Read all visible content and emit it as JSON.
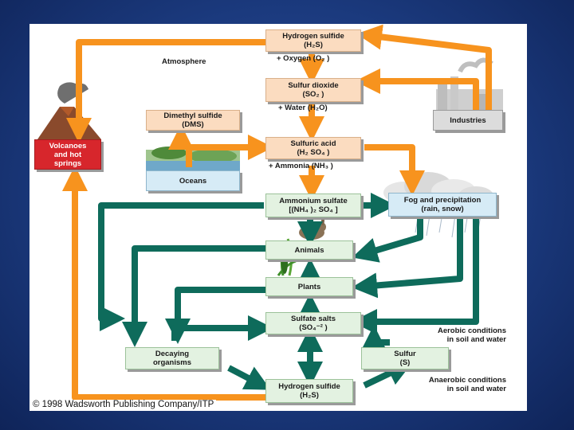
{
  "diagram": {
    "boxes": {
      "h2s_top": {
        "line1": "Hydrogen sulfide",
        "line2": "(H₂S)"
      },
      "so2": {
        "line1": "Sulfur dioxide",
        "line2": "(SO₂ )"
      },
      "h2so4": {
        "line1": "Sulfuric acid",
        "line2": "(H₂ SO₄ )"
      },
      "nh4so4": {
        "line1": "Ammonium sulfate",
        "line2": "[(NH₄ )₂ SO₄ ]"
      },
      "animals": {
        "line1": "Animals"
      },
      "plants": {
        "line1": "Plants"
      },
      "sulfate": {
        "line1": "Sulfate salts",
        "line2": "(SO₄⁻² )"
      },
      "h2s_bottom": {
        "line1": "Hydrogen sulfide",
        "line2": "(H₂S)"
      },
      "dms": {
        "line1": "Dimethyl sulfide",
        "line2": "(DMS)"
      },
      "oceans": {
        "line1": "Oceans"
      },
      "volcanoes": {
        "line1": "Volcanoes",
        "line2": "and hot",
        "line3": "springs"
      },
      "industries": {
        "line1": "Industries"
      },
      "fog": {
        "line1": "Fog and precipitation",
        "line2": "(rain, snow)"
      },
      "decaying": {
        "line1": "Decaying",
        "line2": "organisms"
      },
      "sulfur": {
        "line1": "Sulfur",
        "line2": "(S)"
      }
    },
    "labels": {
      "atmosphere": "Atmosphere",
      "oxygen": "+ Oxygen (O₂ )",
      "water": "+ Water (H₂O)",
      "ammonia": "+ Ammonia (NH₃ )",
      "aerobic1": "Aerobic conditions",
      "aerobic2": "in soil and water",
      "anaerobic1": "Anaerobic conditions",
      "anaerobic2": "in soil and water"
    },
    "copyright": "© 1998 Wadsworth Publishing Company/ITP",
    "colors": {
      "orange_arrow": "#f7931e",
      "teal_arrow": "#0e6b5b",
      "red_box": "#d7262c",
      "background": "#1b3a7e"
    }
  }
}
